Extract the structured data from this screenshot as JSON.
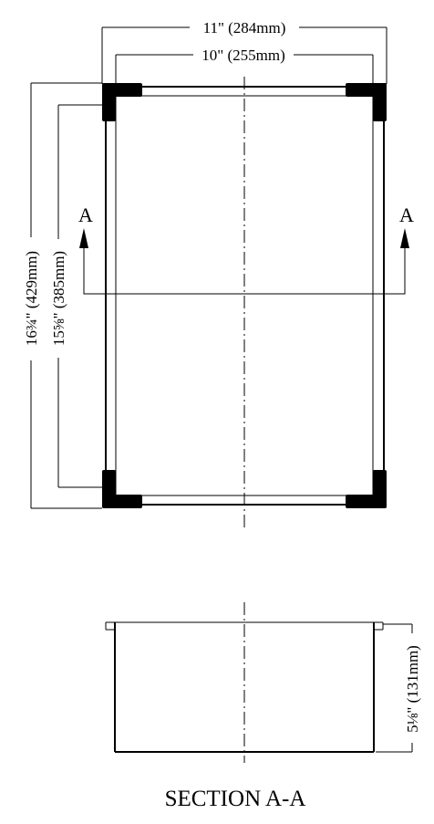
{
  "plan_view": {
    "outer_width": "11\" (284mm)",
    "inner_width": "10\" (255mm)",
    "outer_length": "16¾\" (429mm)",
    "inner_length": "15⅝\" (385mm)",
    "section_marker_left": "A",
    "section_marker_right": "A"
  },
  "section_view": {
    "depth": "5⅛\" (131mm)",
    "title": "SECTION A-A"
  }
}
